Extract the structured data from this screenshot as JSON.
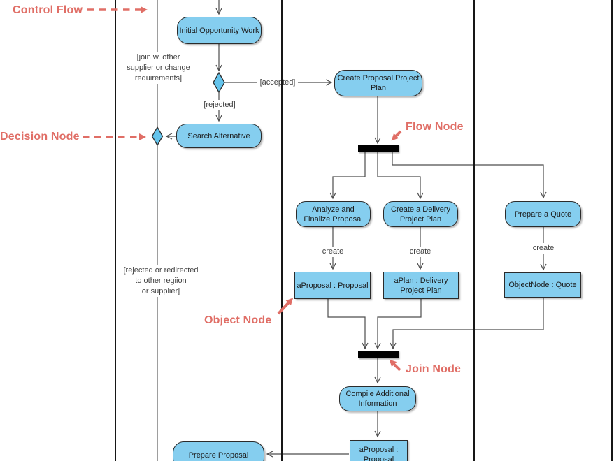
{
  "diagram": {
    "actions": {
      "initial_opportunity_work": "Initial Opportunity Work",
      "create_proposal_project_plan": "Create Proposal Project\nPlan",
      "search_alternative": "Search Alternative",
      "analyze_and_finalize_proposal": "Analyze and\nFinalize Proposal",
      "create_a_delivery_project_plan": "Create a Delivery\nProject Plan",
      "prepare_a_quote": "Prepare a Quote",
      "compile_additional_information": "Compile Additional\nInformation",
      "prepare_proposal": "Prepare Proposal"
    },
    "objects": {
      "a_proposal_proposal": "aProposal : Proposal",
      "a_plan_delivery_project_plan": "aPlan : Delivery\nProject Plan",
      "object_node_quote": "ObjectNode : Quote",
      "a_proposal_proposal_bottom": "aProposal :\nProposal"
    },
    "guards": {
      "join_with_other_supplier": "[join w. other\nsupplier or change\nrequirements]",
      "accepted": "[accepted]",
      "rejected": "[rejected]",
      "rejected_or_redirected": "[rejected or redirected\nto other regiion\nor supplier]",
      "create_proposal": "create",
      "create_plan": "create",
      "create_quote": "create"
    },
    "annotations": {
      "control_flow": "Control Flow",
      "decision_node": "Decision Node",
      "flow_node": "Flow Node",
      "object_node": "Object Node",
      "join_node": "Join Node"
    },
    "colors": {
      "node_fill": "#85CEEF",
      "diamond_fill": "#64C4EC",
      "node_border": "#2B2B2B",
      "edge": "#4D4D4D",
      "sync_bar": "#000000",
      "annotation": "#E06E66"
    }
  }
}
